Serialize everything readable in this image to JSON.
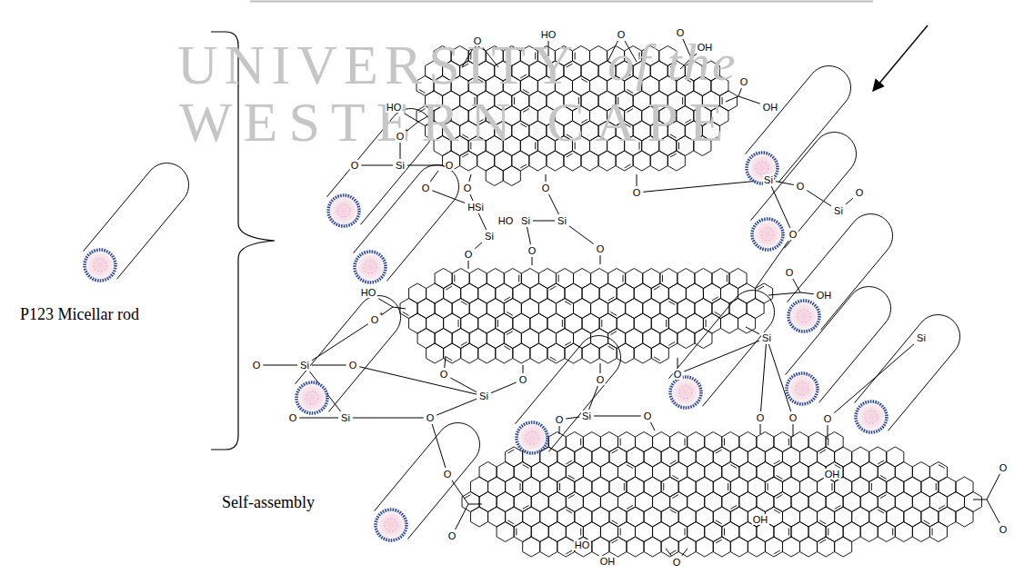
{
  "diagram": {
    "labels": [
      "UNIVERSITY",
      "of the",
      "WESTERN CAPE",
      "P123 Micellar rod",
      "Self-assembly",
      "HO",
      "O",
      "O",
      "O",
      "OH",
      "O",
      "OH",
      "HO",
      "O",
      "+",
      "O",
      "Si",
      "O",
      "O",
      "O",
      "HSi",
      "O",
      "HO",
      "Si",
      "Si",
      "Si",
      "O",
      "Si",
      "O",
      "Si",
      "O",
      "O",
      "O",
      "O",
      "O",
      "HO",
      "O",
      "+",
      "O",
      "O",
      "O",
      "O",
      "OH",
      "O",
      "Si",
      "O",
      "O",
      "Si",
      "O",
      "Si",
      "Si",
      "O",
      "O",
      "Si",
      "Si",
      "O",
      "O",
      "O",
      "O",
      "O",
      "O",
      "O",
      "OH",
      "OH",
      "HO",
      "OH",
      "O",
      "O"
    ]
  }
}
